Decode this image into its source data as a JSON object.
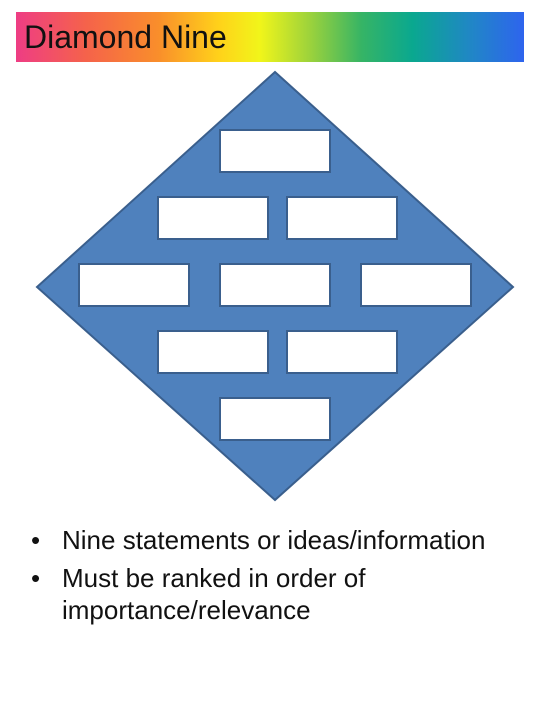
{
  "title": "Diamond Nine",
  "diagram": {
    "shape": "diamond",
    "fill_color": "#4f81bd",
    "stroke_color": "#3a5f8d",
    "box_color": "#ffffff",
    "rows": [
      1,
      2,
      3,
      2,
      1
    ],
    "box_count": 9
  },
  "bullets": [
    "Nine statements or ideas/information",
    "Must be ranked in order of importance/relevance"
  ],
  "bullet_glyph": "•"
}
